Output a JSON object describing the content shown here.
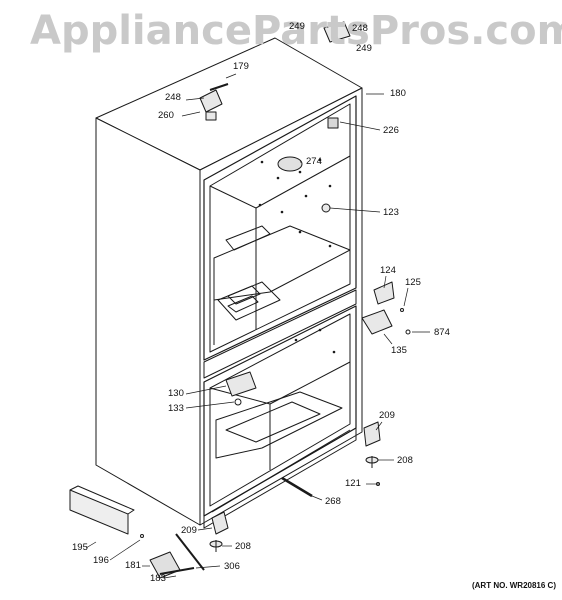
{
  "watermark": "AppliancePartsPros.com",
  "art_no": "(ART NO. WR20816 C)",
  "callouts": {
    "p249a": "249",
    "p248a": "248",
    "p249b": "249",
    "p179": "179",
    "p180": "180",
    "p248b": "248",
    "p260": "260",
    "p226": "226",
    "p274": "274",
    "p123": "123",
    "p124": "124",
    "p125": "125",
    "p874": "874",
    "p135": "135",
    "p130": "130",
    "p133": "133",
    "p209a": "209",
    "p208a": "208",
    "p121": "121",
    "p268": "268",
    "p195": "195",
    "p196": "196",
    "p209b": "209",
    "p208b": "208",
    "p181": "181",
    "p306": "306",
    "p183": "183"
  }
}
